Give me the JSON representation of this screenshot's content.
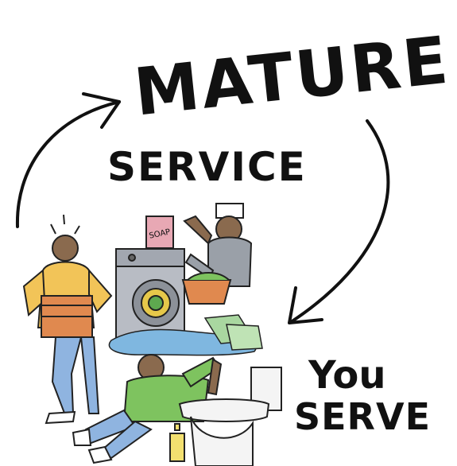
{
  "words": {
    "mature": "MATURE",
    "service": "SERVICE",
    "you": "You",
    "serve": "SERVE",
    "soap_label": "SOAP"
  },
  "colors": {
    "ink": "#111111",
    "skin": "#8a6a4e",
    "yellow_shirt": "#f2c458",
    "orange_box": "#e0894f",
    "blue_jeans": "#8fb4e0",
    "green_shirt": "#7ec35f",
    "washer_gray": "#b8bcc4",
    "chef_gray": "#9aa0a8",
    "soap_pink": "#e8a8b4",
    "spill_blue": "#7fb7e0",
    "money_green": "#a9d7a0",
    "bottle_yellow": "#f3e070",
    "toilet_white": "#f4f4f4"
  }
}
